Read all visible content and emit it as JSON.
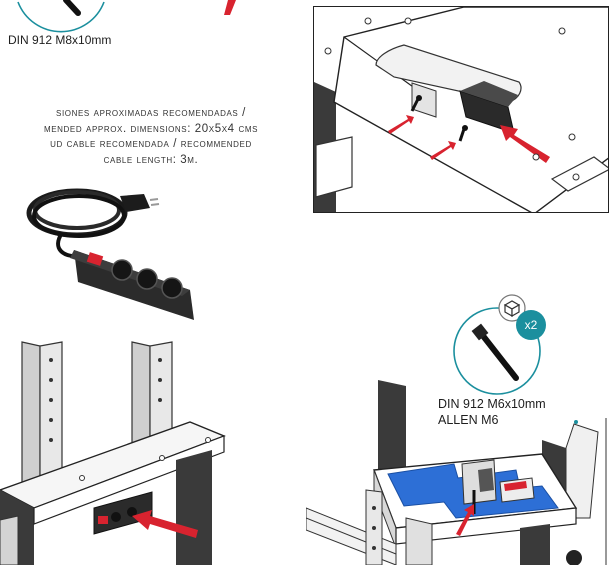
{
  "step_top_left": {
    "screw_label": "DIN 912 M8x10mm"
  },
  "power_strip_spec": {
    "lines": [
      "siones aproximadas recomendadas /",
      "mended approx. dimensions: 20x5x4 cms",
      "ud cable recomendada / recommended",
      "cable length: 3m."
    ]
  },
  "step_bottom_right": {
    "quantity_badge": "x2",
    "screw_label_line1": "DIN 912 M6x10mm",
    "screw_label_line2": "ALLEN M6"
  },
  "colors": {
    "accent_arrow": "#d8232f",
    "badge_teal": "#1b8f9e",
    "panel_blue": "#2d6fd6",
    "frame_gray": "#555555"
  }
}
